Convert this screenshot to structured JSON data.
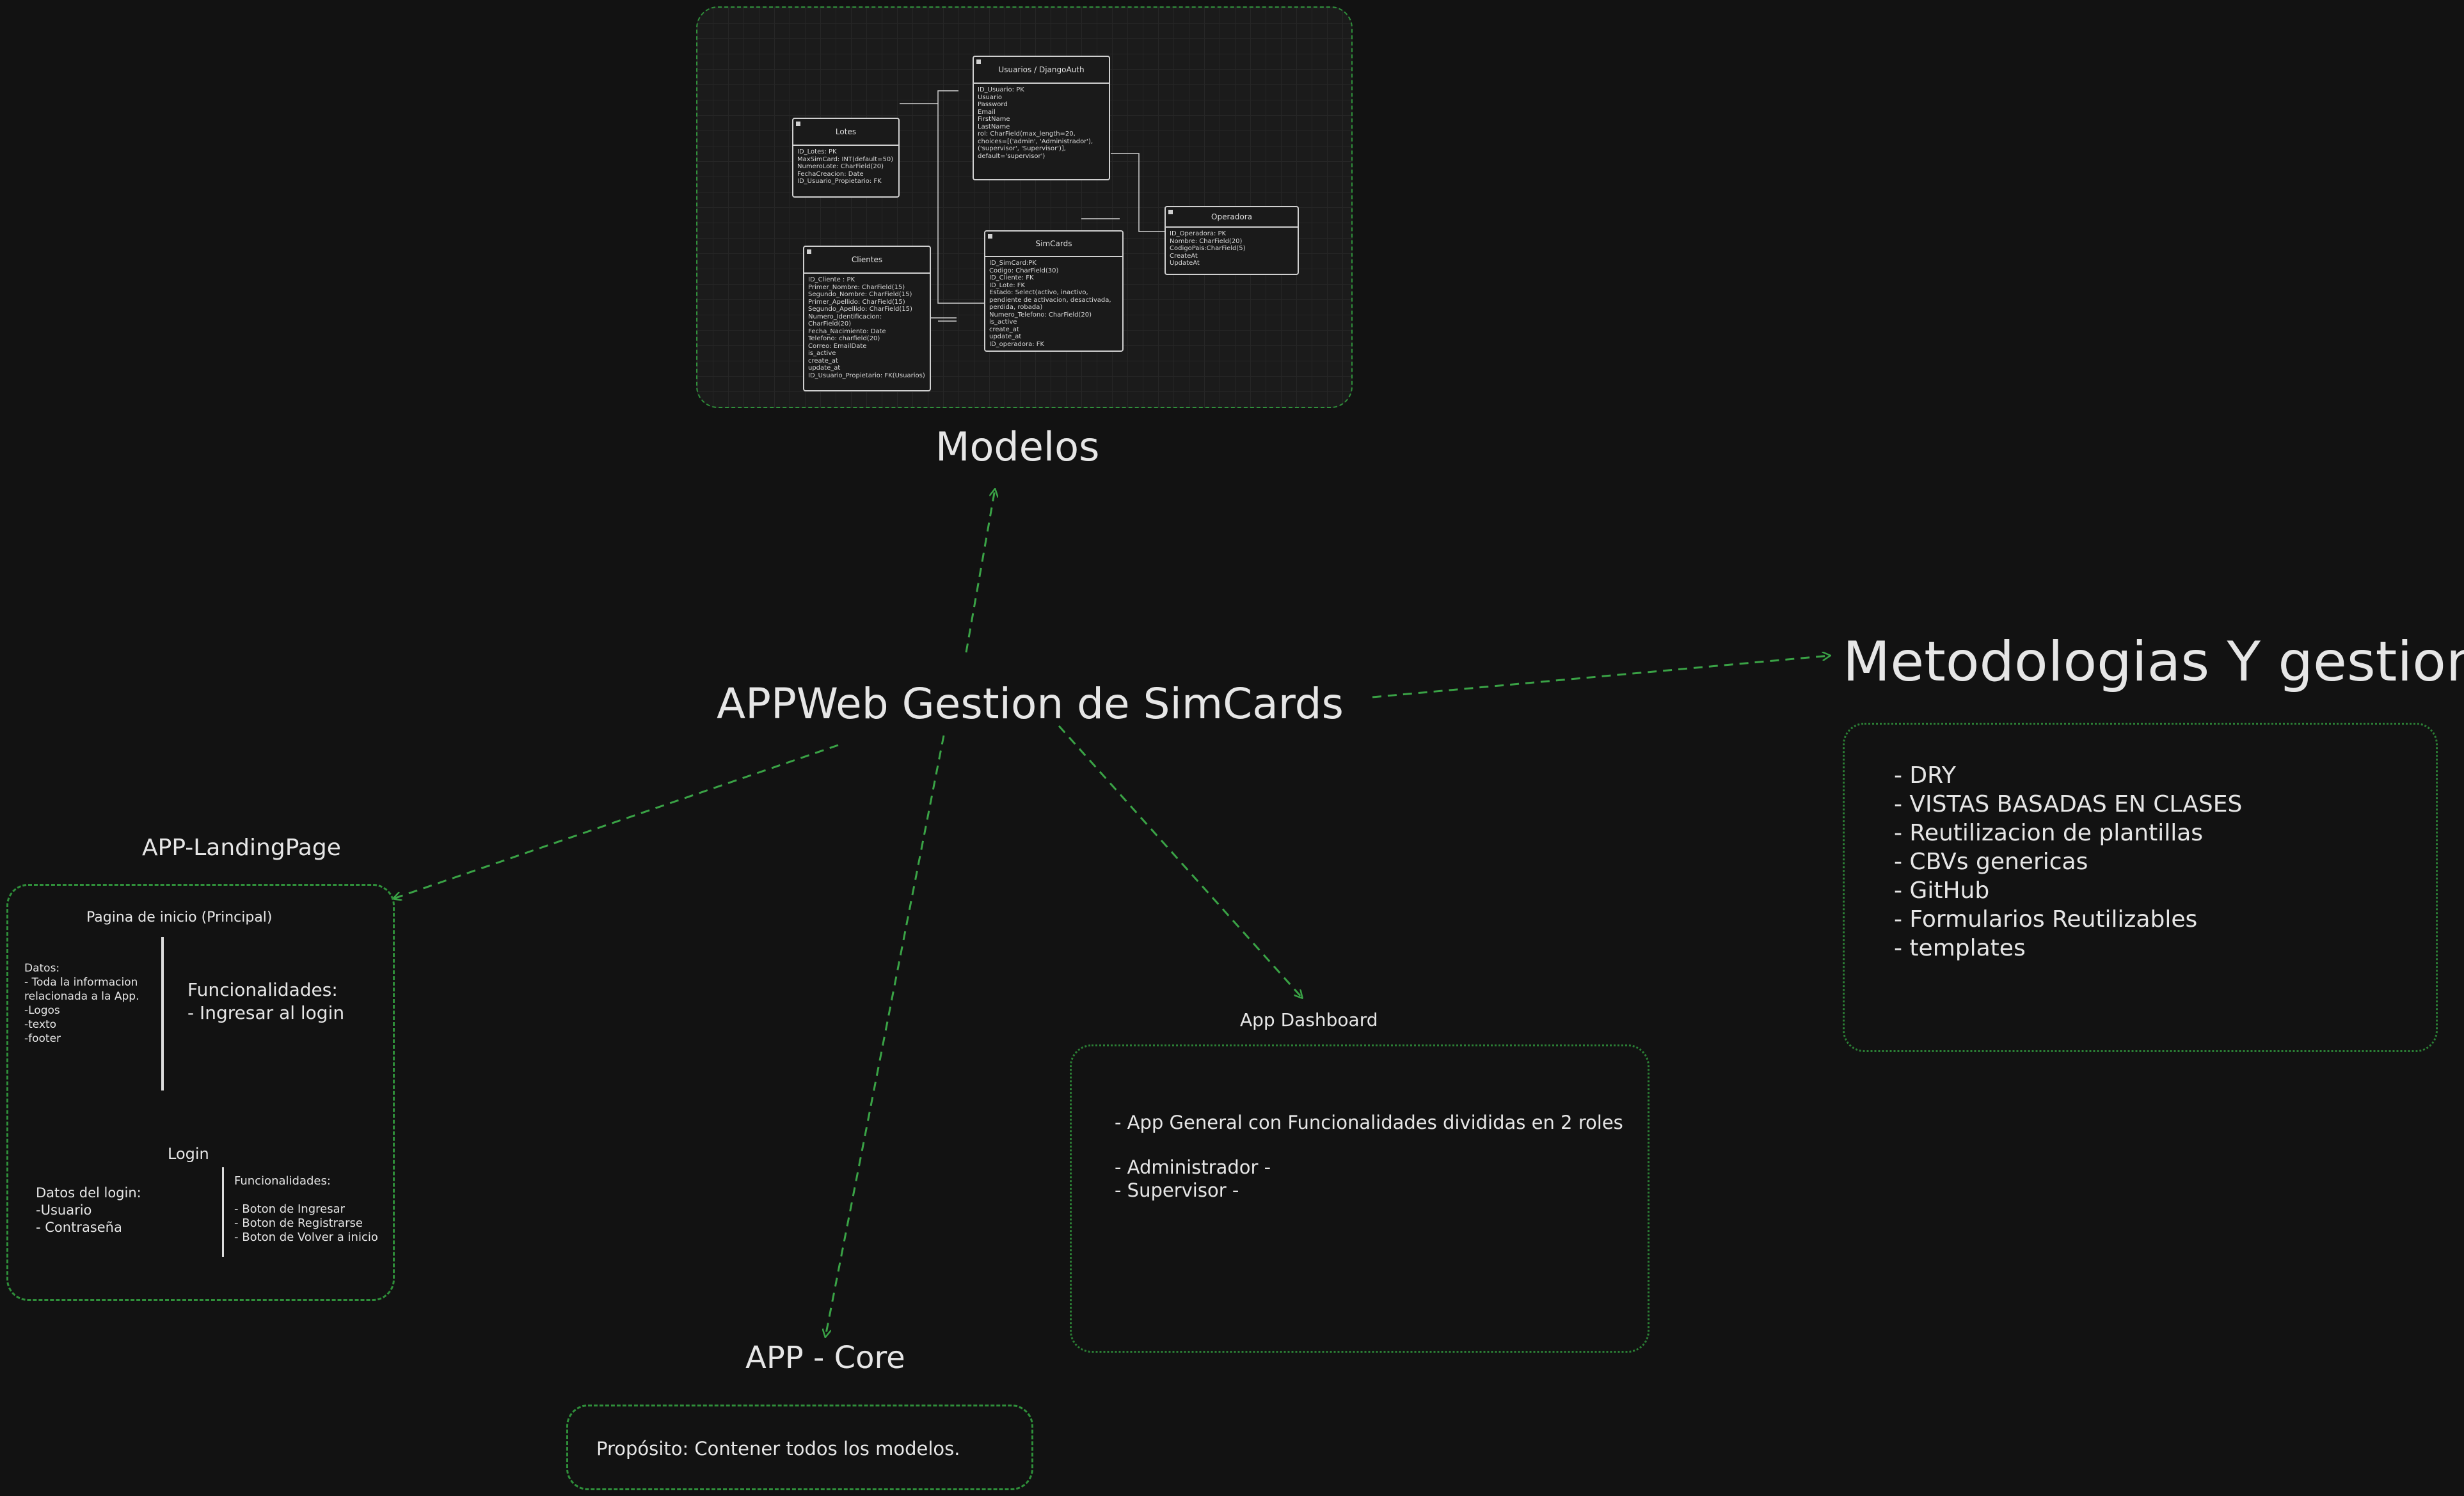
{
  "main_title": "APPWeb Gestion de SimCards",
  "modelos": {
    "title": "Modelos",
    "entities": [
      {
        "name": "Usuarios / DjangoAuth",
        "fields": [
          "ID_Usuario: PK",
          "Usuario",
          "Password",
          "Email",
          "FirstName",
          "LastName",
          "rol: CharField(max_length=20, choices=[('admin', 'Administrador'), ('supervisor', 'Supervisor')], default='supervisor')"
        ]
      },
      {
        "name": "Lotes",
        "fields": [
          "ID_Lotes: PK",
          "MaxSimCard: INT(default=50)",
          "NumeroLote: CharField(20)",
          "FechaCreacion: Date",
          "ID_Usuario_Propietario: FK"
        ]
      },
      {
        "name": "Operadora",
        "fields": [
          "ID_Operadora: PK",
          "Nombre: CharField(20)",
          "CodigoPais:CharField(5)",
          "CreateAt",
          "UpdateAt"
        ]
      },
      {
        "name": "SimCards",
        "fields": [
          "ID_SimCard:PK",
          "Codigo: CharField(30)",
          "ID_Cliente: FK",
          "ID_Lote: FK",
          "Estado: Select(activo, inactivo, pendiente de activacion, desactivada, perdida, robada)",
          "Numero_Telefono: CharField(20)",
          "is_active",
          "create_at",
          "update_at",
          "ID_operadora: FK"
        ]
      },
      {
        "name": "Clientes",
        "fields": [
          "ID_Cliente : PK",
          "Primer_Nombre: CharField(15)",
          "Segundo_Nombre: CharField(15)",
          "Primer_Apellido: CharField(15)",
          "Segundo_Apellido: CharField(15)",
          "Numero_Identificacion: CharField(20)",
          "Fecha_Nacimiento: Date",
          "Telefono: charfield(20)",
          "Correo: EmailDate",
          "is_active",
          "create_at",
          "update_at",
          "ID_Usuario_Propietario: FK(Usuarios)"
        ]
      }
    ]
  },
  "metodologias": {
    "title": "Metodologias Y gestion",
    "items": [
      "- DRY",
      "- VISTAS BASADAS EN CLASES",
      "- Reutilizacion de plantillas",
      "- CBVs genericas",
      "- GitHub",
      "- Formularios Reutilizables",
      "- templates"
    ]
  },
  "landing": {
    "title": "APP-LandingPage",
    "inicio_title": "Pagina de inicio (Principal)",
    "datos": "Datos:\n- Toda la informacion\nrelacionada a la App.\n-Logos\n-texto\n-footer",
    "funcionalidades": "Funcionalidades:\n- Ingresar al login",
    "login_title": "Login",
    "login_datos": "Datos del login:\n-Usuario\n- Contraseña",
    "login_funcionalidades": "Funcionalidades:\n\n- Boton de Ingresar\n- Boton de Registrarse\n- Boton de Volver a inicio"
  },
  "dashboard": {
    "title": "App Dashboard",
    "line1": "- App General con Funcionalidades divididas en 2 roles",
    "line2": "- Administrador -",
    "line3": "- Supervisor -"
  },
  "core": {
    "title": "APP - Core",
    "proposito": "Propósito: Contener todos los modelos."
  },
  "colors": {
    "background": "#121212",
    "accent_green": "#2f8f3a",
    "text": "#e6e6e6"
  }
}
